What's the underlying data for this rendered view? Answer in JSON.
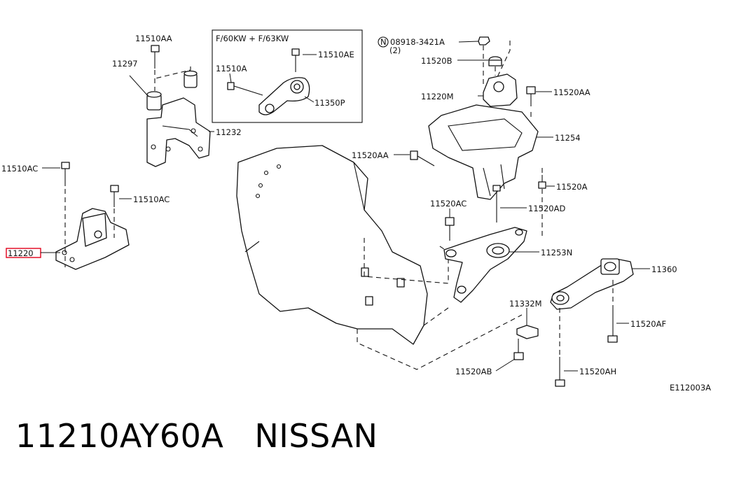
{
  "diagram": {
    "inset_title": "F/60KW + F/63KW",
    "inset_labels": {
      "a": "11510A",
      "b": "11510AE",
      "c": "11350P"
    },
    "labels": {
      "l11510AA": "11510AA",
      "l11297": "11297",
      "l11232": "11232",
      "l11510AC_left": "11510AC",
      "l11510AC_mid": "11510AC",
      "l11220_highlight": "11220",
      "l08918": "08918-3421A",
      "l08918_qty": "(2)",
      "l11520B": "11520B",
      "l11220M": "11220M",
      "l11520AA_top": "11520AA",
      "l11254": "11254",
      "l11520AA_mid": "11520AA",
      "l11520A": "11520A",
      "l11520AC": "11520AC",
      "l11520AD": "11520AD",
      "l11253N": "11253N",
      "l11360": "11360",
      "l11332M": "11332M",
      "l11520AF": "11520AF",
      "l11520AB": "11520AB",
      "l11520AH": "11520AH",
      "ref_code": "E112003A"
    },
    "circled_prefix": "N",
    "highlight_color": "#e0001a"
  },
  "caption": {
    "part_number": "11210AY60A",
    "brand": "NISSAN"
  }
}
